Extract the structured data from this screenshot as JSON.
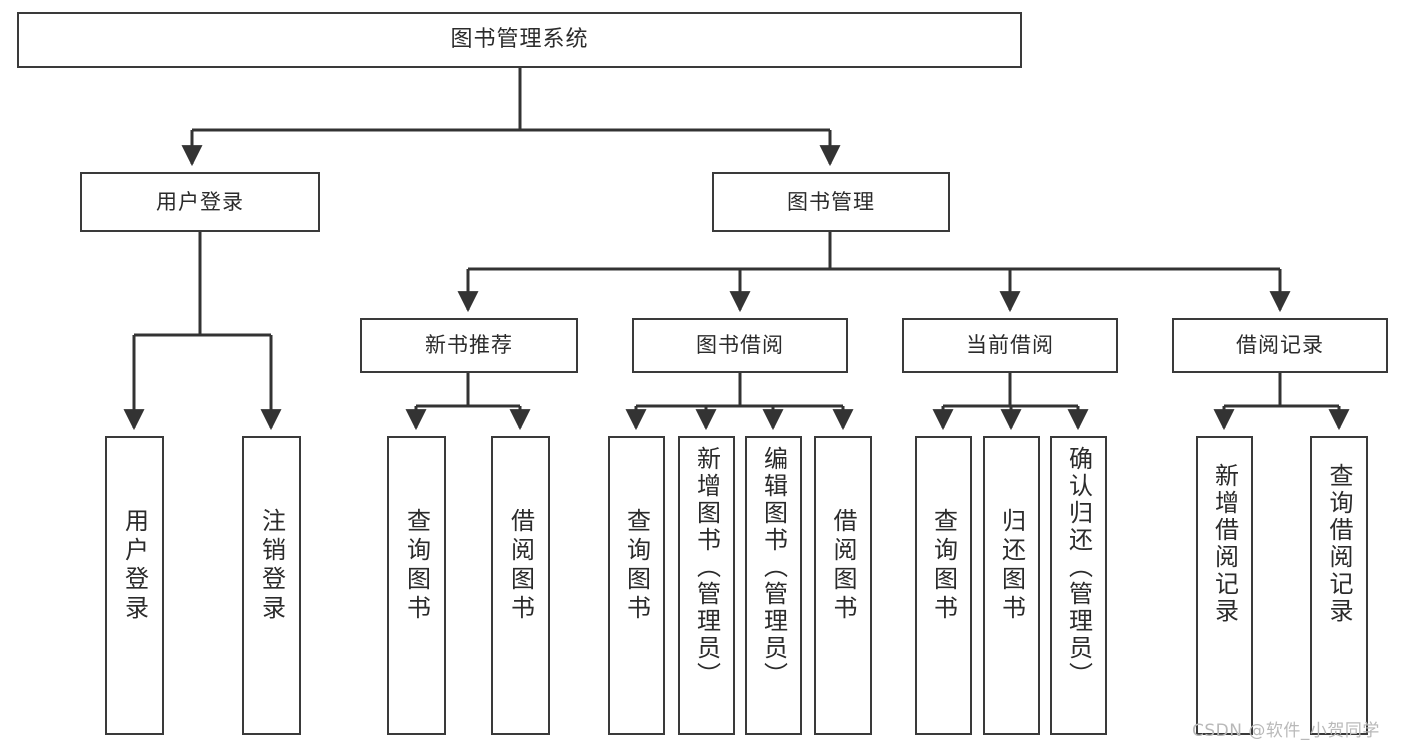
{
  "diagram": {
    "type": "tree",
    "title": "图书管理系统",
    "colors": {
      "background": "#ffffff",
      "node_border": "#3a3a3a",
      "node_fill": "#ffffff",
      "connector": "#333333",
      "text": "#2b2b2b",
      "watermark": "#b9b9b9"
    },
    "root": {
      "label": "图书管理系统"
    },
    "level2": [
      {
        "id": "user-login",
        "label": "用户登录"
      },
      {
        "id": "book-manage",
        "label": "图书管理"
      }
    ],
    "level3": [
      {
        "id": "new-book-rec",
        "label": "新书推荐"
      },
      {
        "id": "book-borrow",
        "label": "图书借阅"
      },
      {
        "id": "current-borrow",
        "label": "当前借阅"
      },
      {
        "id": "borrow-record",
        "label": "借阅记录"
      }
    ],
    "leaves": {
      "user_login": [
        {
          "id": "leaf-user-login",
          "label": "用户登录"
        },
        {
          "id": "leaf-logout-login",
          "label": "注销登录"
        }
      ],
      "new_book_rec": [
        {
          "id": "leaf-query-book-1",
          "label": "查询图书"
        },
        {
          "id": "leaf-borrow-book-1",
          "label": "借阅图书"
        }
      ],
      "book_borrow": [
        {
          "id": "leaf-query-book-2",
          "label": "查询图书"
        },
        {
          "id": "leaf-add-book",
          "label": "新增图书（管理员）"
        },
        {
          "id": "leaf-edit-book",
          "label": "编辑图书（管理员）"
        },
        {
          "id": "leaf-borrow-book-2",
          "label": "借阅图书"
        }
      ],
      "current_borrow": [
        {
          "id": "leaf-query-book-3",
          "label": "查询图书"
        },
        {
          "id": "leaf-return-book",
          "label": "归还图书"
        },
        {
          "id": "leaf-confirm-return",
          "label": "确认归还（管理员）"
        }
      ],
      "borrow_record": [
        {
          "id": "leaf-add-record",
          "label": "新增借阅记录"
        },
        {
          "id": "leaf-query-record",
          "label": "查询借阅记录"
        }
      ]
    }
  },
  "watermark": {
    "text": "CSDN @软件_小贺同学"
  }
}
